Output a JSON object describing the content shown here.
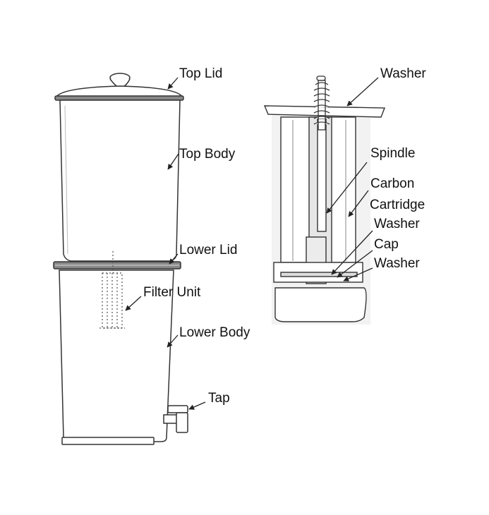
{
  "labels": {
    "top_lid": "Top Lid",
    "top_body": "Top Body",
    "lower_lid": "Lower Lid",
    "filter_unit": "Filter Unit",
    "lower_body": "Lower Body",
    "tap": "Tap",
    "washer_top": "Washer",
    "spindle": "Spindle",
    "carbon": "Carbon",
    "cartridge": "Cartridge",
    "washer_mid": "Washer",
    "cap": "Cap",
    "washer_bottom": "Washer"
  },
  "colors": {
    "line": "#333333",
    "outline_fill": "#ffffff",
    "cartridge_shade": "#d9d9d9",
    "filter_dots": "#555555"
  }
}
